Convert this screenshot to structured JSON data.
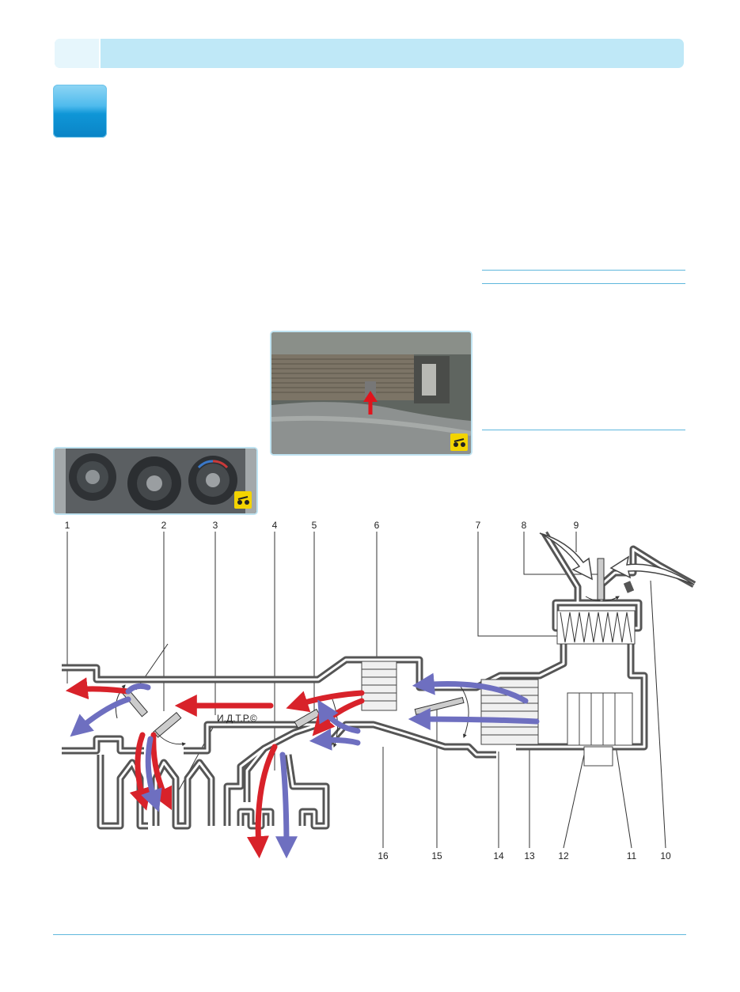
{
  "diagram": {
    "watermark": "И.Д.Т.Р.©",
    "callouts": [
      "1",
      "2",
      "3",
      "4",
      "5",
      "6",
      "7",
      "8",
      "9",
      "16",
      "15",
      "14",
      "13",
      "12",
      "11",
      "10"
    ],
    "colors": {
      "hot_air": "#d8222a",
      "cold_air": "#6e6fc0",
      "duct_outline": "#555555",
      "duct_fill": "#ffffff"
    }
  },
  "icons": {
    "badge_photo_1": "camera-badge-icon",
    "badge_photo_2": "camera-badge-icon",
    "arrow_marker": "red-pointer-arrow-icon"
  },
  "colors": {
    "header_bar": "#bfe8f7",
    "accent_blue": "#0f96d7",
    "rule": "#5fb7dc"
  }
}
